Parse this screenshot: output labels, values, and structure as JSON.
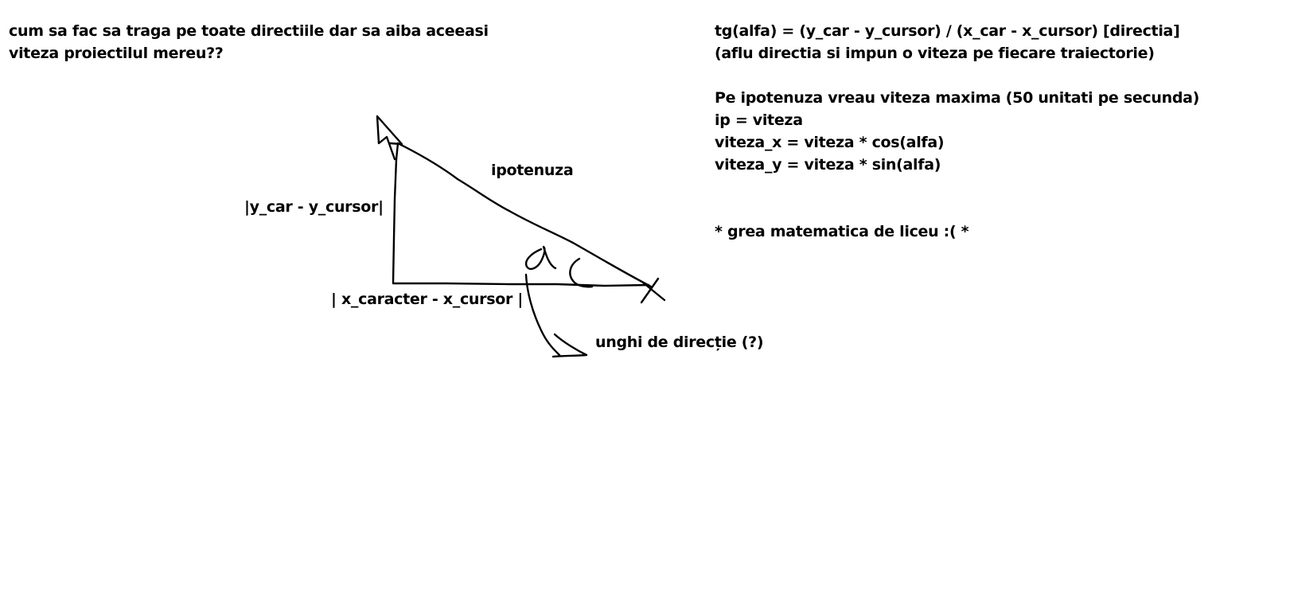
{
  "question": {
    "line1": "cum sa fac sa traga pe toate directiile dar sa aiba aceeasi",
    "line2": "viteza proiectilul mereu??"
  },
  "notes": {
    "formula_tangent": "tg(alfa) = (y_car - y_cursor) / (x_car - x_cursor) [directia]",
    "formula_note": "(aflu directia si impun o viteza pe fiecare traiectorie)",
    "max_speed": "Pe ipotenuza vreau viteza maxima (50 unitati pe secunda)",
    "ip_eq": "ip = viteza",
    "vx_eq": "viteza_x = viteza * cos(alfa)",
    "vy_eq": "viteza_y = viteza * sin(alfa)",
    "joke": "* grea matematica de liceu :( *"
  },
  "diagram": {
    "hypotenuse_label": "ipotenuza",
    "vertical_label": "|y_car - y_cursor|",
    "horizontal_label": "| x_caracter - x_cursor |",
    "angle_label": "unghi de direcție (?)",
    "angle_symbol": "α"
  }
}
